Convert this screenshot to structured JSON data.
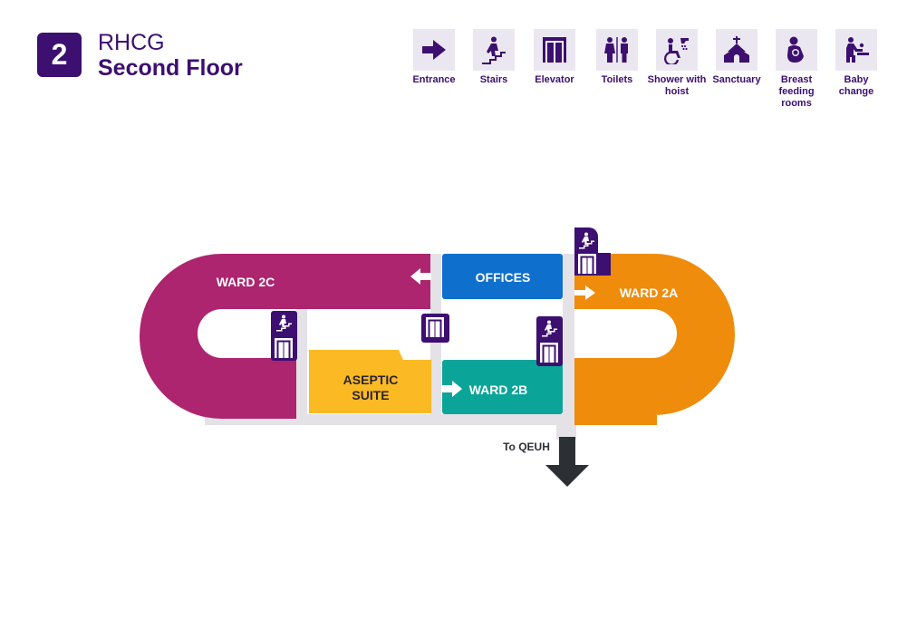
{
  "header": {
    "floor_number": "2",
    "building_name": "RHCG",
    "floor_title": "Second Floor"
  },
  "legend": [
    {
      "icon": "entrance-arrow-icon",
      "label": "Entrance"
    },
    {
      "icon": "stairs-icon",
      "label": "Stairs"
    },
    {
      "icon": "elevator-icon",
      "label": "Elevator"
    },
    {
      "icon": "toilets-icon",
      "label": "Toilets"
    },
    {
      "icon": "shower-hoist-icon",
      "label": "Shower with hoist"
    },
    {
      "icon": "sanctuary-icon",
      "label": "Sanctuary"
    },
    {
      "icon": "breastfeeding-icon",
      "label": "Breast feeding rooms"
    },
    {
      "icon": "baby-change-icon",
      "label": "Baby change"
    }
  ],
  "rooms": {
    "ward_2c": "WARD 2C",
    "offices": "OFFICES",
    "ward_2a": "WARD 2A",
    "aseptic_line1": "ASEPTIC",
    "aseptic_line2": "SUITE",
    "ward_2b": "WARD 2B"
  },
  "exit_label": "To QEUH",
  "colors": {
    "brand_purple": "#3c0f70",
    "ward_2c": "#ad246f",
    "offices": "#0f6fcc",
    "ward_2a": "#ef8c0b",
    "aseptic_suite": "#fbb923",
    "ward_2b": "#0aa598",
    "corridor": "#e4e2e6",
    "exit_arrow": "#2c3035"
  }
}
